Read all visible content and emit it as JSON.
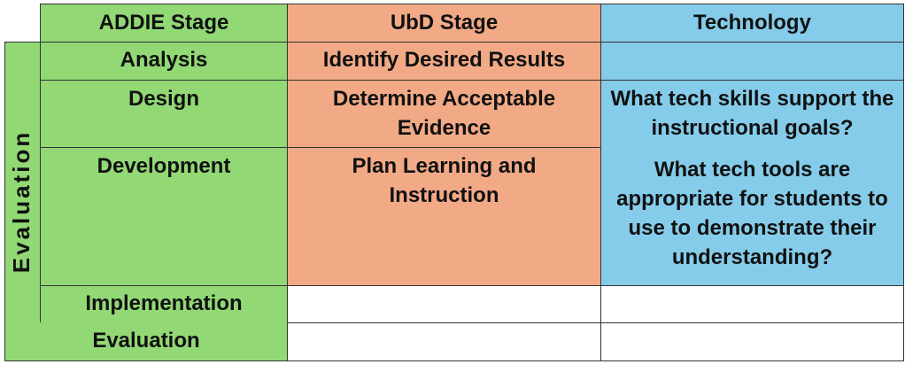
{
  "headers": {
    "addie": "ADDIE Stage",
    "ubd": "UbD Stage",
    "tech": "Technology"
  },
  "side_label": "Evaluation",
  "rows": [
    {
      "addie": "Analysis",
      "ubd": "Identify Desired Results"
    },
    {
      "addie": "Design",
      "ubd": "Determine Acceptable Evidence"
    },
    {
      "addie": "Development",
      "ubd": "Plan Learning and Instruction"
    },
    {
      "addie": "Implementation",
      "ubd": ""
    },
    {
      "addie": "Evaluation",
      "ubd": ""
    }
  ],
  "tech_questions": [
    "What tech skills support the instructional goals?",
    "What tech tools are appropriate for students to use to demonstrate their understanding?"
  ],
  "colors": {
    "green": "#92d975",
    "orange": "#f2aa86",
    "blue": "#85cceb"
  }
}
